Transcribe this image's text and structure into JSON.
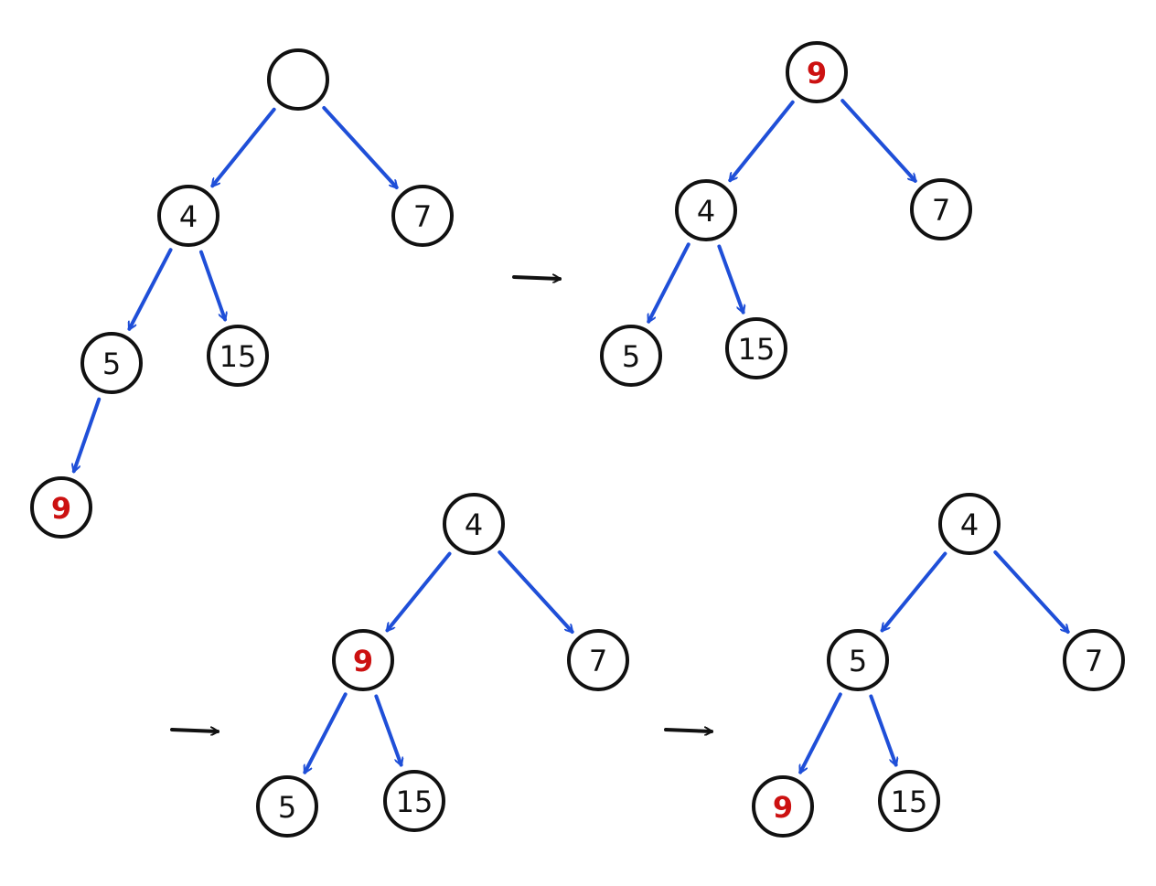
{
  "colors": {
    "node_stroke": "#111111",
    "label_default": "#111111",
    "label_highlight": "#cc1111",
    "edge": "#1f4fd8",
    "step_arrow": "#111111"
  },
  "trees": [
    {
      "id": "tree-step-1",
      "nodes": [
        {
          "id": "root",
          "label": "",
          "highlight": false
        },
        {
          "id": "n4",
          "label": "4",
          "highlight": false
        },
        {
          "id": "n7",
          "label": "7",
          "highlight": false
        },
        {
          "id": "n5",
          "label": "5",
          "highlight": false
        },
        {
          "id": "n15",
          "label": "15",
          "highlight": false
        },
        {
          "id": "n9",
          "label": "9",
          "highlight": true
        }
      ],
      "edges": [
        [
          "root",
          "n4"
        ],
        [
          "root",
          "n7"
        ],
        [
          "n4",
          "n5"
        ],
        [
          "n4",
          "n15"
        ],
        [
          "n5",
          "n9"
        ]
      ]
    },
    {
      "id": "tree-step-2",
      "nodes": [
        {
          "id": "root",
          "label": "9",
          "highlight": true
        },
        {
          "id": "n4",
          "label": "4",
          "highlight": false
        },
        {
          "id": "n7",
          "label": "7",
          "highlight": false
        },
        {
          "id": "n5",
          "label": "5",
          "highlight": false
        },
        {
          "id": "n15",
          "label": "15",
          "highlight": false
        }
      ],
      "edges": [
        [
          "root",
          "n4"
        ],
        [
          "root",
          "n7"
        ],
        [
          "n4",
          "n5"
        ],
        [
          "n4",
          "n15"
        ]
      ]
    },
    {
      "id": "tree-step-3",
      "nodes": [
        {
          "id": "root",
          "label": "4",
          "highlight": false
        },
        {
          "id": "n9",
          "label": "9",
          "highlight": true
        },
        {
          "id": "n7",
          "label": "7",
          "highlight": false
        },
        {
          "id": "n5",
          "label": "5",
          "highlight": false
        },
        {
          "id": "n15",
          "label": "15",
          "highlight": false
        }
      ],
      "edges": [
        [
          "root",
          "n9"
        ],
        [
          "root",
          "n7"
        ],
        [
          "n9",
          "n5"
        ],
        [
          "n9",
          "n15"
        ]
      ]
    },
    {
      "id": "tree-step-4",
      "nodes": [
        {
          "id": "root",
          "label": "4",
          "highlight": false
        },
        {
          "id": "n5",
          "label": "5",
          "highlight": false
        },
        {
          "id": "n7",
          "label": "7",
          "highlight": false
        },
        {
          "id": "n9",
          "label": "9",
          "highlight": true
        },
        {
          "id": "n15",
          "label": "15",
          "highlight": false
        }
      ],
      "edges": [
        [
          "root",
          "n5"
        ],
        [
          "root",
          "n7"
        ],
        [
          "n5",
          "n9"
        ],
        [
          "n5",
          "n15"
        ]
      ]
    }
  ],
  "step_arrows": [
    {
      "id": "step-arrow-1",
      "from_tree": "tree-step-1",
      "to_tree": "tree-step-2"
    },
    {
      "id": "step-arrow-2",
      "from_tree": "tree-step-2",
      "to_tree": "tree-step-3"
    },
    {
      "id": "step-arrow-3",
      "from_tree": "tree-step-3",
      "to_tree": "tree-step-4"
    }
  ]
}
